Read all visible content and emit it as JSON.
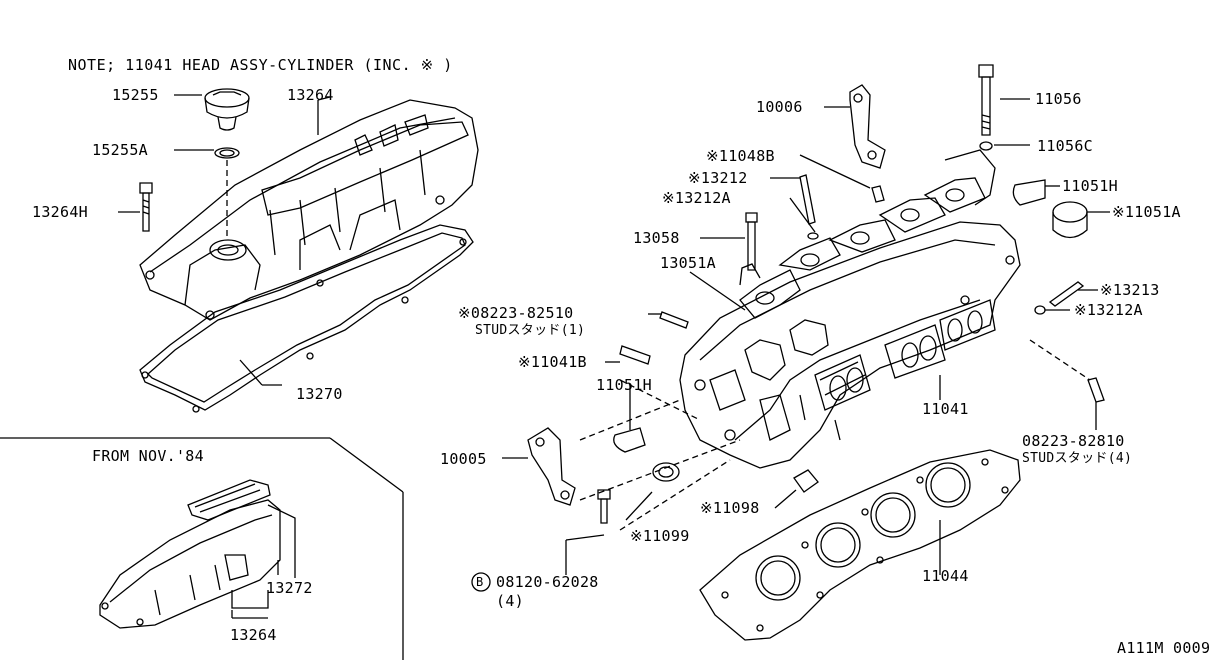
{
  "note": "NOTE; 11041 HEAD ASSY-CYLINDER (INC. ※ )",
  "inset_title": "FROM NOV.'84",
  "diagram_code": "A111M 0009",
  "callouts": {
    "c15255": "15255",
    "c13264": "13264",
    "c15255A": "15255A",
    "c13264H": "13264H",
    "c13270": "13270",
    "c10006": "10006",
    "c11056": "11056",
    "c11056C": "11056C",
    "c11048B": "※11048B",
    "c13212": "※13212",
    "c13212A_top": "※13212A",
    "c11051H_right": "11051H",
    "c11051A": "※11051A",
    "c13058": "13058",
    "c13051A": "13051A",
    "c08223_82510": "※08223-82510",
    "c08223_82510_sub": "STUDスタッド(1)",
    "c11041B": "※11041B",
    "c11051H_left": "11051H",
    "c13213": "※13213",
    "c13212A_right": "※13212A",
    "c11041": "11041",
    "c08223_82810": "08223-82810",
    "c08223_82810_sub": "STUDスタッド(4)",
    "c10005": "10005",
    "c11098": "※11098",
    "c11099": "※11099",
    "c08120_62028": "08120-62028",
    "c08120_qty": "(4)",
    "c11044": "11044",
    "c13272": "13272",
    "c13264_inset": "13264"
  }
}
